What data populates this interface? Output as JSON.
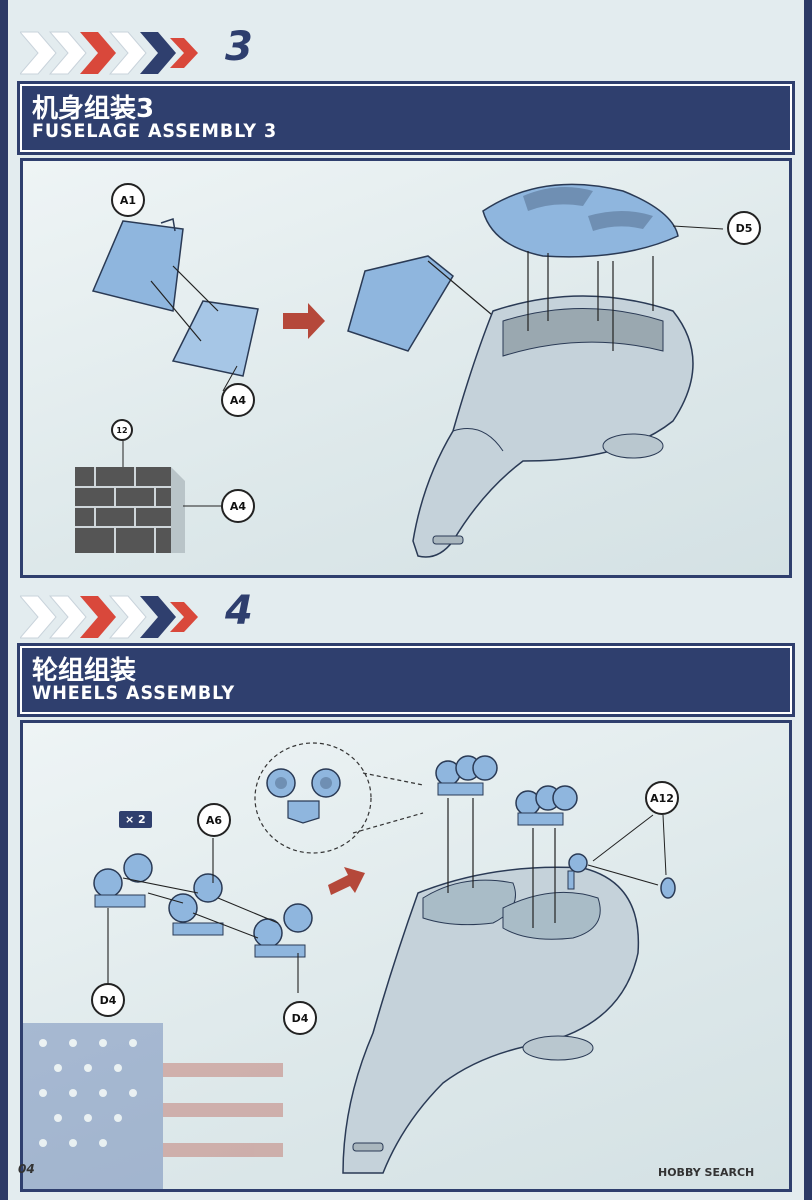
{
  "step3": {
    "number": "3",
    "title_zh": "机身组装3",
    "title_en": "FUSELAGE ASSEMBLY 3",
    "callouts": {
      "a1": "A1",
      "a4_top": "A4",
      "a4_decal": "A4",
      "d5": "D5",
      "decal_no": "12"
    }
  },
  "step4": {
    "number": "4",
    "title_zh": "轮组组装",
    "title_en": "WHEELS ASSEMBLY",
    "multiplier": "× 2",
    "callouts": {
      "a6": "A6",
      "d4_left": "D4",
      "d4_right": "D4",
      "a12": "A12"
    }
  },
  "footer": {
    "page_number": "04",
    "watermark": "HOBBY SEARCH"
  },
  "colors": {
    "navy": "#2f3f6e",
    "red": "#d9483b",
    "part_blue": "#8fb6de",
    "arrow_red": "#b5483a"
  }
}
